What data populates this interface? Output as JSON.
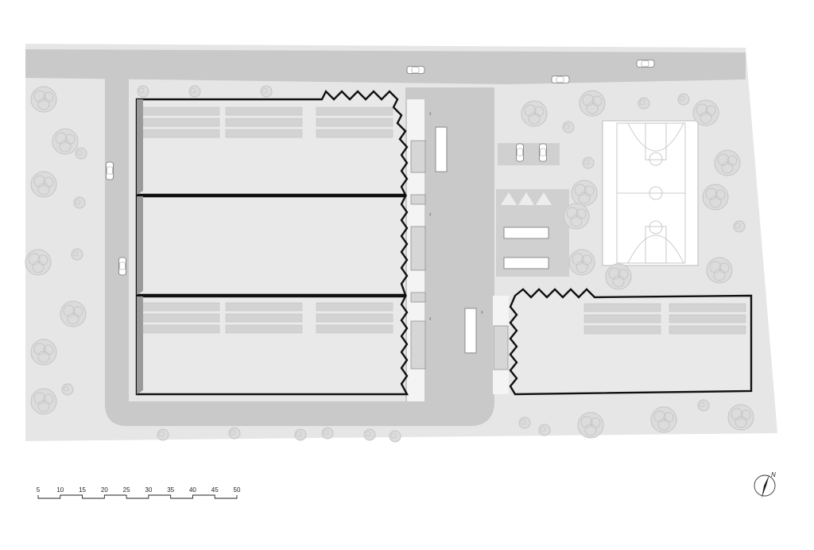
{
  "map": {
    "type": "site-plan",
    "colors": {
      "site": "#e6e6e6",
      "road": "#c9c9c9",
      "building": "#e9e9e9",
      "outline": "#111111",
      "tree": "#d8d8d8",
      "parking": "#d0d0d0",
      "court_lines": "#bdbdbd",
      "sidewalk": "#f4f4f4"
    },
    "icons": [
      "tree-icon",
      "car-icon",
      "truck-icon",
      "basketball-court",
      "north-arrow-icon"
    ]
  },
  "scale_bar": {
    "labels": [
      "5",
      "10",
      "15",
      "20",
      "25",
      "30",
      "35",
      "40",
      "45",
      "50"
    ]
  },
  "north_arrow": {
    "label": "N"
  }
}
